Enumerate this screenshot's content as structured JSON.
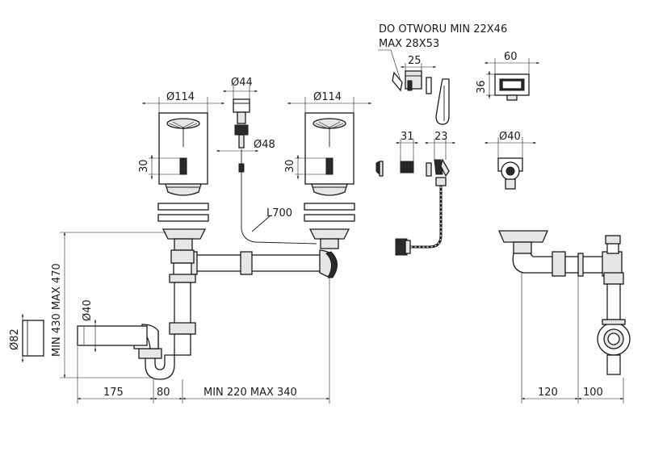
{
  "labels": {
    "opening_line1": "DO OTWORU MIN 22X46",
    "opening_line2": "MAX 28X53",
    "dim_25": "25",
    "dim_60": "60",
    "dim_36": "36",
    "dim_44": "Ø44",
    "dim_114_left": "Ø114",
    "dim_114_right": "Ø114",
    "dim_48": "Ø48",
    "dim_30_left": "30",
    "dim_30_right": "30",
    "dim_31": "31",
    "dim_23": "23",
    "dim_40_top": "Ø40",
    "dim_l700": "L700",
    "dim_height": "MIN 430 MAX 470",
    "dim_40_outlet": "Ø40",
    "dim_82": "Ø82",
    "dim_175": "175",
    "dim_80": "80",
    "dim_spacing": "MIN 220 MAX 340",
    "dim_120": "120",
    "dim_100": "100"
  }
}
